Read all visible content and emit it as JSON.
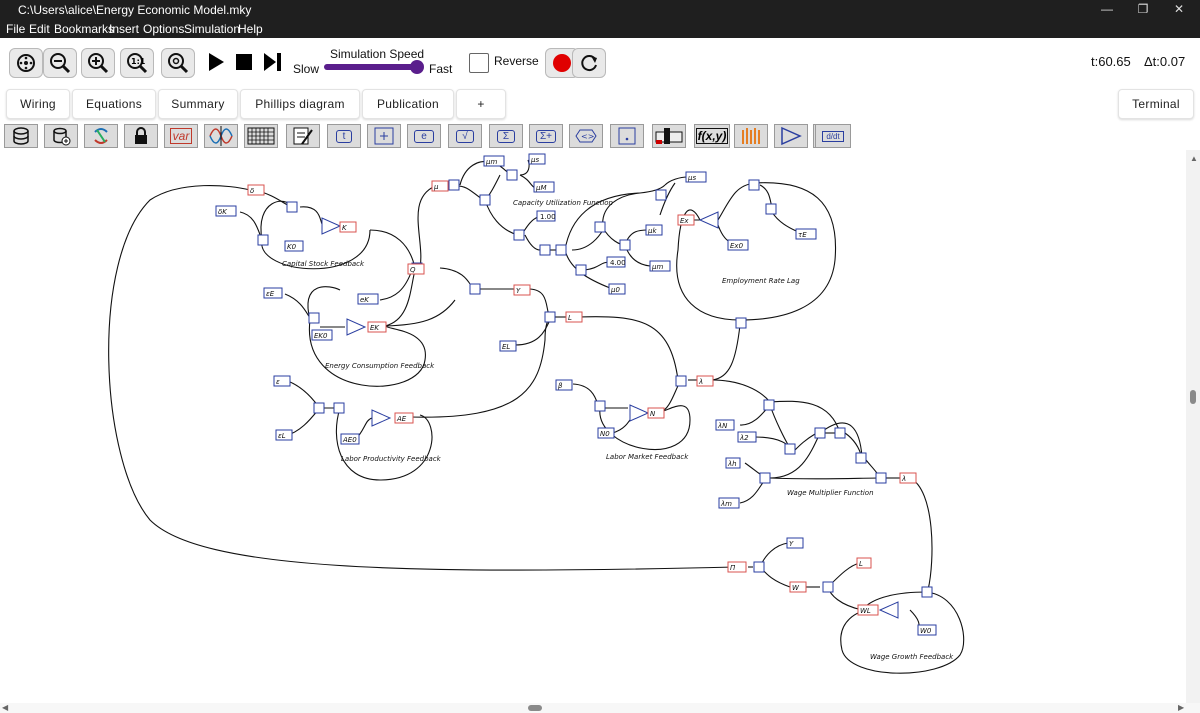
{
  "window": {
    "title": "C:\\Users\\alice\\Energy Economic Model.mky"
  },
  "menu": [
    "File",
    "Edit",
    "Bookmarks",
    "Insert",
    "Options",
    "Simulation",
    "Help"
  ],
  "sim": {
    "speed_label": "Simulation Speed",
    "slow": "Slow",
    "fast": "Fast",
    "speed_level": 0.95,
    "reverse_label": "Reverse",
    "reverse_checked": false,
    "t": "t:60.65",
    "dt": "Δt:0.07"
  },
  "tabs": [
    "Wiring",
    "Equations",
    "Summary",
    "Phillips diagram",
    "Publication",
    "+"
  ],
  "terminal_label": "Terminal",
  "tool_icons": [
    "database-icon",
    "database-plus-icon",
    "godley-table-icon",
    "lock-icon",
    "var-icon",
    "plot-icon",
    "grid-table-icon",
    "note-icon",
    "time-icon",
    "add-icon",
    "e-constant-icon",
    "sqrt-icon",
    "sum-icon",
    "sum-plus-icon",
    "integral-icon",
    "dot-icon",
    "switch-icon",
    "function-icon",
    "ravel-icon",
    "integrate-icon",
    "derivative-icon"
  ],
  "tool_text": {
    "var": "var",
    "t": "t",
    "e": "e",
    "sqrt": "√",
    "sum": "Σ",
    "sum_plus": "Σ+",
    "fxy": "f(x,y)",
    "deriv": "d/dt"
  },
  "diagram": {
    "groups": [
      "Capital Stock Feedback",
      "Energy Consumption Feedback",
      "Labor Productivity Feedback",
      "Capacity Utilization Function",
      "Employment Rate Lag",
      "Labor Market Feedback",
      "Wage Multiplier Function",
      "Wage Growth Feedback"
    ],
    "constants": [
      "1.00",
      "4.00"
    ],
    "vars": [
      "δK",
      "K",
      "K0",
      "Q",
      "μ",
      "eK",
      "EK",
      "EK0",
      "εE",
      "AE",
      "AE0",
      "εL",
      "Y",
      "L",
      "EL",
      "β",
      "N",
      "N0",
      "μm",
      "μM",
      "μ0",
      "μs",
      "μk",
      "Ex",
      "Ex0",
      "τE",
      "λ",
      "λN",
      "λ2",
      "λh",
      "λm",
      "Π",
      "W",
      "WL",
      "W0"
    ]
  }
}
